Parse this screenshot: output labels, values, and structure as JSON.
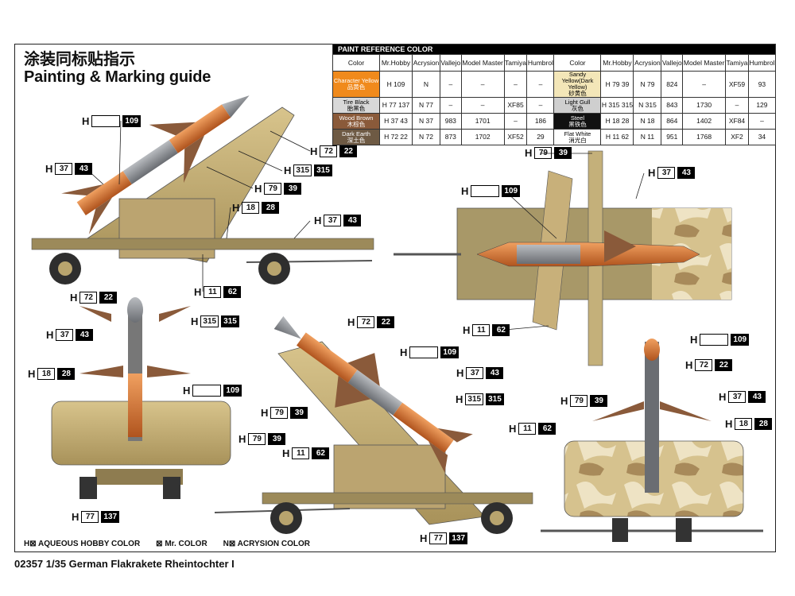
{
  "title_cn": "涂装同标贴指示",
  "title_en": "Painting & Marking guide",
  "table": {
    "header": "PAINT  REFERENCE COLOR",
    "columns": [
      "Color",
      "Mr.Hobby",
      "Acrysion",
      "Vallejo",
      "Model Master",
      "Tamiya",
      "Humbrol"
    ],
    "left_rows": [
      {
        "name": "Character Yellow",
        "cn": "品黄色",
        "bg": "#f08a1c",
        "fg": "#ffffff",
        "h": "109",
        "n": "",
        "vallejo": "–",
        "mm": "–",
        "tamiya": "–",
        "humbrol": "–"
      },
      {
        "name": "Tire Black",
        "cn": "胎黑色",
        "bg": "#d8d8d8",
        "fg": "#000000",
        "h": "77 137",
        "n": "77",
        "vallejo": "–",
        "mm": "–",
        "tamiya": "XF85",
        "humbrol": "–"
      },
      {
        "name": "Wood Brown",
        "cn": "木棕色",
        "bg": "#8a5a3a",
        "fg": "#ffffff",
        "h": "37 43",
        "n": "37",
        "vallejo": "983",
        "mm": "1701",
        "tamiya": "–",
        "humbrol": "186"
      },
      {
        "name": "Dark Earth",
        "cn": "深土色",
        "bg": "#6e5a44",
        "fg": "#ffffff",
        "h": "72 22",
        "n": "72",
        "vallejo": "873",
        "mm": "1702",
        "tamiya": "XF52",
        "humbrol": "29"
      }
    ],
    "right_rows": [
      {
        "name": "Sandy Yellow(Dark Yellow)",
        "cn": "砂黄色",
        "bg": "#f3e6b8",
        "fg": "#000000",
        "h": "79 39",
        "n": "79",
        "vallejo": "824",
        "mm": "–",
        "tamiya": "XF59",
        "humbrol": "93"
      },
      {
        "name": "Light Gull",
        "cn": "灰色",
        "bg": "#cfcfcf",
        "fg": "#000000",
        "h": "315 315",
        "n": "315",
        "vallejo": "843",
        "mm": "1730",
        "tamiya": "–",
        "humbrol": "129"
      },
      {
        "name": "Steel",
        "cn": "黑铁色",
        "bg": "#111111",
        "fg": "#ffffff",
        "h": "18 28",
        "n": "18",
        "vallejo": "864",
        "mm": "1402",
        "tamiya": "XF84",
        "humbrol": "–"
      },
      {
        "name": "Flat White",
        "cn": "消光白",
        "bg": "#ffffff",
        "fg": "#000000",
        "h": "11 62",
        "n": "11",
        "vallejo": "951",
        "mm": "1768",
        "tamiya": "XF2",
        "humbrol": "34"
      }
    ]
  },
  "legend": {
    "h": "H⊠ AQUEOUS HOBBY COLOR",
    "mr": "⊠ Mr. COLOR",
    "n": "N⊠ ACRYSION COLOR"
  },
  "footer": "02357 1/35 German Flakrakete Rheintochter I",
  "callouts": [
    {
      "id": "c1",
      "h": "H",
      "a": "109",
      "b": ""
    },
    {
      "id": "c2",
      "h": "H",
      "a": "37",
      "b": "43"
    },
    {
      "id": "c3",
      "h": "H",
      "a": "72",
      "b": "22"
    },
    {
      "id": "c4",
      "h": "H",
      "a": "315",
      "b": "315"
    },
    {
      "id": "c5",
      "h": "H",
      "a": "79",
      "b": "39"
    },
    {
      "id": "c6",
      "h": "H",
      "a": "18",
      "b": "28"
    },
    {
      "id": "c7",
      "h": "H",
      "a": "37",
      "b": "43"
    },
    {
      "id": "c8",
      "h": "H",
      "a": "11",
      "b": "62"
    }
  ]
}
